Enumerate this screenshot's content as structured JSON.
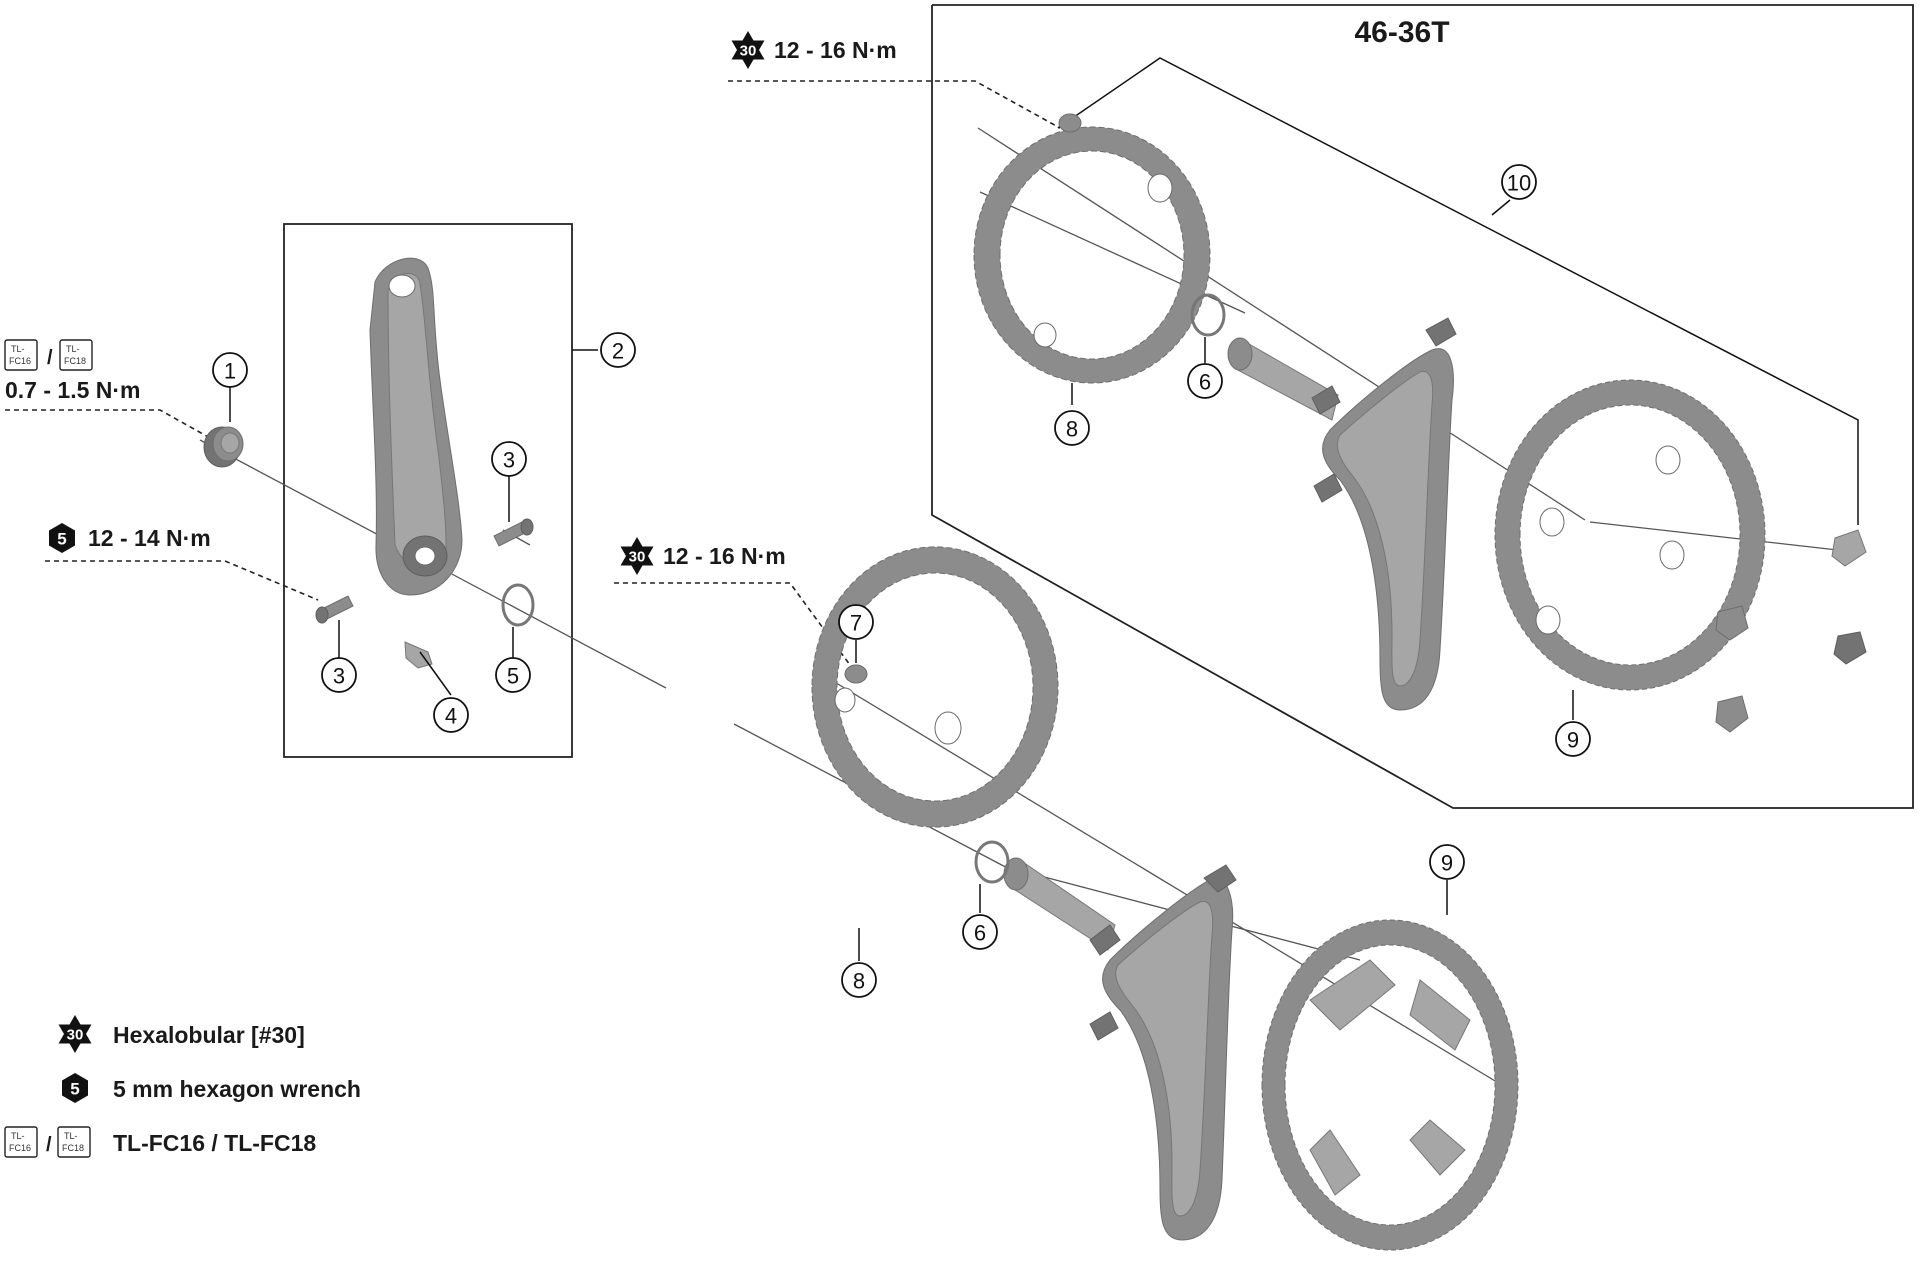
{
  "title": "46-36T",
  "torque_specs": [
    {
      "id": "crank-bolt-torque",
      "icon": "tl-fc16-fc18-icon",
      "value": "0.7 - 1.5 N·m"
    },
    {
      "id": "pinch-bolt-torque",
      "icon": "hex-5mm-icon",
      "icon_label": "5",
      "value": "12 - 14 N·m"
    },
    {
      "id": "chainring-bolt-torque-main",
      "icon": "hexalobular-30-icon",
      "icon_label": "30",
      "value": "12 - 16 N·m"
    },
    {
      "id": "chainring-bolt-torque-inset",
      "icon": "hexalobular-30-icon",
      "icon_label": "30",
      "value": "12 - 16 N·m"
    }
  ],
  "callouts": [
    "1",
    "2",
    "3",
    "3",
    "4",
    "5",
    "6",
    "6",
    "7",
    "8",
    "8",
    "9",
    "9",
    "10"
  ],
  "tool_icon_text": {
    "left": "TL-\nFC16",
    "right": "TL-\nFC18",
    "separator": "/"
  },
  "legend": [
    {
      "icon": "hexalobular-30-icon",
      "icon_label": "30",
      "label": "Hexalobular [#30]"
    },
    {
      "icon": "hex-5mm-icon",
      "icon_label": "5",
      "label": "5 mm hexagon wrench"
    },
    {
      "icon": "tl-fc16-fc18-icon",
      "label": "TL-FC16 / TL-FC18"
    }
  ],
  "colors": {
    "metal": "#8c8c8c",
    "line": "#222222",
    "background": "#ffffff"
  }
}
